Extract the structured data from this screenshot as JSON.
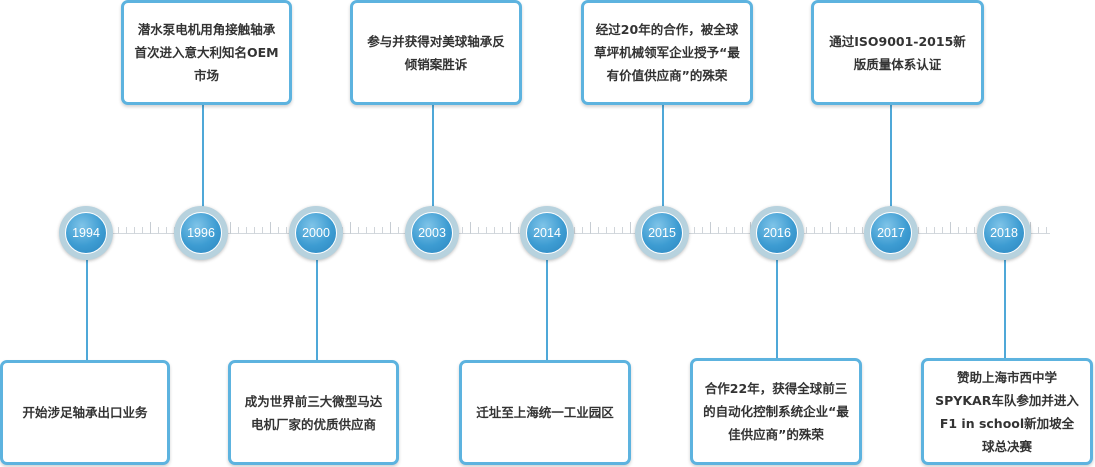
{
  "timeline": {
    "years": [
      "1994",
      "1996",
      "2000",
      "2003",
      "2014",
      "2015",
      "2016",
      "2017",
      "2018"
    ],
    "events": {
      "e1994": "开始涉足轴承出口业务",
      "e1996": "潜水泵电机用角接触轴承首次进入意大利知名OEM市场",
      "e2000": "成为世界前三大微型马达电机厂家的优质供应商",
      "e2003": "参与并获得对美球轴承反倾销案胜诉",
      "e2014": "迁址至上海统一工业园区",
      "e2015": "经过20年的合作，被全球草坪机械领军企业授予“最有价值供应商”的殊荣",
      "e2016": "合作22年，获得全球前三的自动化控制系统企业“最佳供应商”的殊荣",
      "e2017": "通过ISO9001-2015新版质量体系认证",
      "e2018": "赞助上海市西中学SPYKAR车队参加并进入F1 in school新加坡全球总决赛"
    },
    "colors": {
      "accent": "#3d9cd2",
      "border": "#5db3df",
      "ring": "#b7d2de",
      "text": "#333333"
    }
  }
}
